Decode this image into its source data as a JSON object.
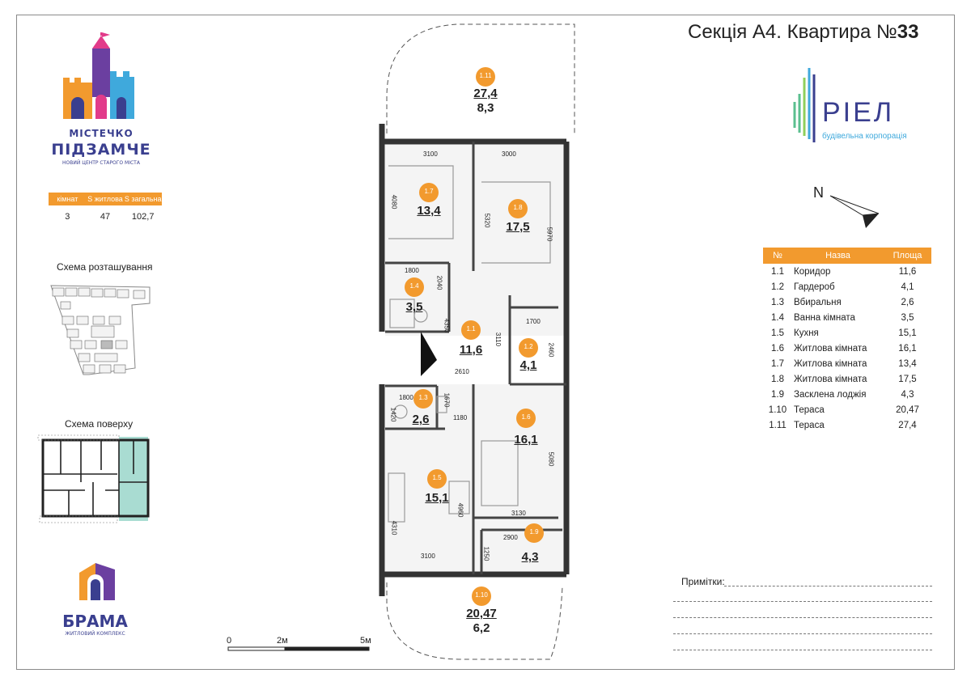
{
  "header": {
    "title_prefix": "Секція А4. Квартира №",
    "apartment_number": "33"
  },
  "logo_top": {
    "line1": "МІСТЕЧКО",
    "line2": "ПІДЗАМЧЕ",
    "tagline": "НОВИЙ ЦЕНТР СТАРОГО МІСТА"
  },
  "logo_bottom": {
    "name": "БРАМА",
    "tagline": "ЖИТЛОВИЙ КОМПЛЕКС"
  },
  "developer": {
    "name": "РІЕЛ",
    "tagline": "будівельна корпорація"
  },
  "stats": {
    "headers": [
      "кімнат",
      "S житлова",
      "S загальна"
    ],
    "values": [
      "3",
      "47",
      "102,7"
    ]
  },
  "labels": {
    "location": "Схема розташування",
    "floor": "Схема поверху",
    "notes": "Примітки:"
  },
  "compass": {
    "north": "N"
  },
  "scale": {
    "zero": "0",
    "mid": "2м",
    "end": "5м"
  },
  "room_table": {
    "headers": [
      "№",
      "Назва",
      "Площа"
    ],
    "rows": [
      [
        "1.1",
        "Коридор",
        "11,6"
      ],
      [
        "1.2",
        "Гардероб",
        "4,1"
      ],
      [
        "1.3",
        "Вбиральня",
        "2,6"
      ],
      [
        "1.4",
        "Ванна кімната",
        "3,5"
      ],
      [
        "1.5",
        "Кухня",
        "15,1"
      ],
      [
        "1.6",
        "Житлова кімната",
        "16,1"
      ],
      [
        "1.7",
        "Житлова кімната",
        "13,4"
      ],
      [
        "1.8",
        "Житлова кімната",
        "17,5"
      ],
      [
        "1.9",
        "Засклена лоджія",
        "4,3"
      ],
      [
        "1.10",
        "Тераса",
        "20,47"
      ],
      [
        "1.11",
        "Тераса",
        "27,4"
      ]
    ]
  },
  "plan": {
    "rooms": [
      {
        "id": "1.11",
        "area": "27,4",
        "area2": "8,3"
      },
      {
        "id": "1.7",
        "area": "13,4"
      },
      {
        "id": "1.8",
        "area": "17,5"
      },
      {
        "id": "1.4",
        "area": "3,5"
      },
      {
        "id": "1.1",
        "area": "11,6"
      },
      {
        "id": "1.2",
        "area": "4,1"
      },
      {
        "id": "1.3",
        "area": "2,6"
      },
      {
        "id": "1.6",
        "area": "16,1"
      },
      {
        "id": "1.5",
        "area": "15,1"
      },
      {
        "id": "1.9",
        "area": "4,3"
      },
      {
        "id": "1.10",
        "area": "20,47",
        "area2": "6,2"
      }
    ],
    "dimensions": [
      "3100",
      "3000",
      "4080",
      "5320",
      "5970",
      "1800",
      "2040",
      "4350",
      "3110",
      "1700",
      "2460",
      "2610",
      "1800",
      "1670",
      "1420",
      "1180",
      "5080",
      "4960",
      "3130",
      "2900",
      "4310",
      "1250",
      "3100"
    ]
  },
  "colors": {
    "accent": "#f29a2e",
    "brand_blue": "#3a3f8f",
    "teal": "#a9dcd2"
  }
}
